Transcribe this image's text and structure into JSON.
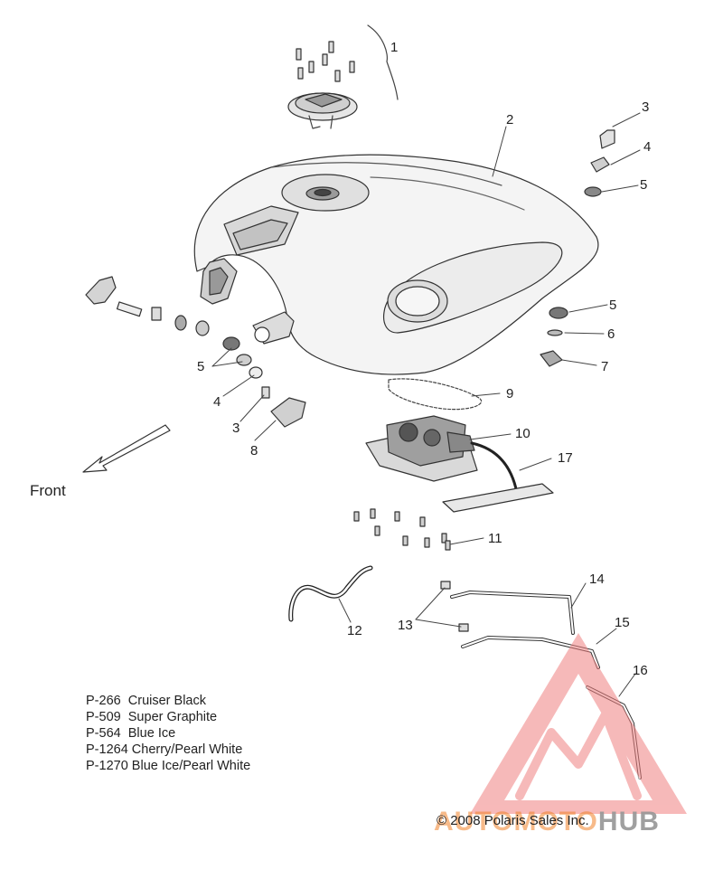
{
  "front_label": "Front",
  "callouts": [
    "1",
    "2",
    "3",
    "4",
    "5",
    "5",
    "4",
    "3",
    "5",
    "6",
    "7",
    "8",
    "9",
    "10",
    "17",
    "11",
    "14",
    "13",
    "12",
    "15",
    "16"
  ],
  "legend": [
    {
      "code": "P-266",
      "name": "Cruiser Black"
    },
    {
      "code": "P-509",
      "name": "Super Graphite"
    },
    {
      "code": "P-564",
      "name": "Blue Ice"
    },
    {
      "code": "P-1264",
      "name": "Cherry/Pearl White"
    },
    {
      "code": "P-1270",
      "name": "Blue Ice/Pearl White"
    }
  ],
  "copyright": "© 2008 Polaris Sales Inc.",
  "watermark": {
    "auto_text": "AUTOMOTO",
    "hub_text": "HUB",
    "color": "#f08080"
  }
}
